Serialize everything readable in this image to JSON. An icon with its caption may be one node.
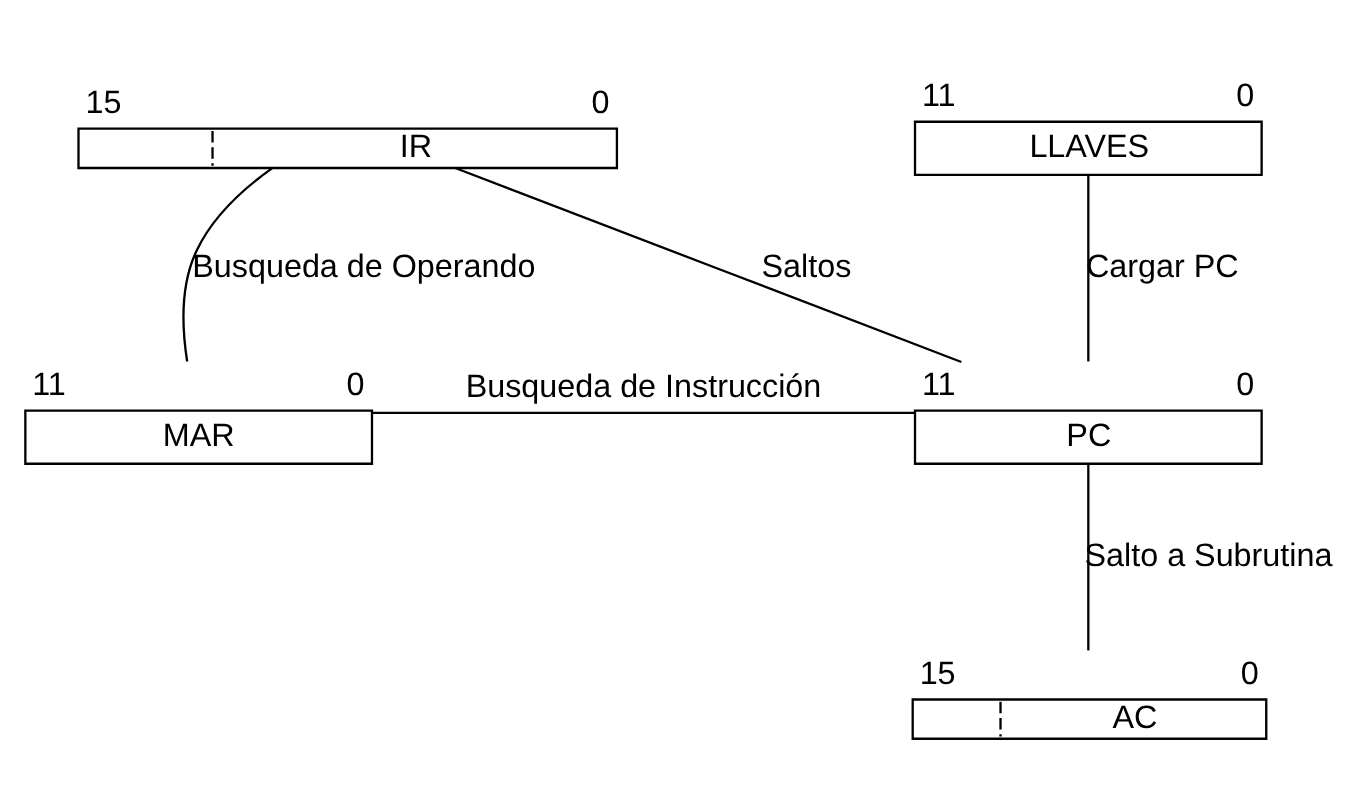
{
  "diagram": {
    "nodes": [
      {
        "text": [
          "IR"
        ],
        "beside": [
          "15",
          "0"
        ]
      },
      {
        "text": [
          "LLAVES"
        ],
        "beside": [
          "11",
          "0"
        ]
      },
      {
        "text": [
          "MAR"
        ],
        "beside": [
          "11",
          "0"
        ]
      },
      {
        "text": [
          "PC"
        ],
        "beside": [
          "11",
          "0"
        ]
      },
      {
        "text": [
          "AC"
        ],
        "beside": [
          "15",
          "0"
        ]
      }
    ],
    "edges": [
      {
        "from": 0,
        "to": 2,
        "arrow": "none",
        "label": "Busqueda de Operando"
      },
      {
        "from": 0,
        "to": 3,
        "arrow": "none",
        "label": "Saltos"
      },
      {
        "from": 1,
        "to": 3,
        "arrow": "none",
        "label": "Cargar PC"
      },
      {
        "from": 2,
        "to": 3,
        "arrow": "none",
        "label": "Busqueda de Instrucción"
      },
      {
        "from": 3,
        "to": 4,
        "arrow": "none",
        "label": "Salto a Subrutina"
      }
    ]
  }
}
